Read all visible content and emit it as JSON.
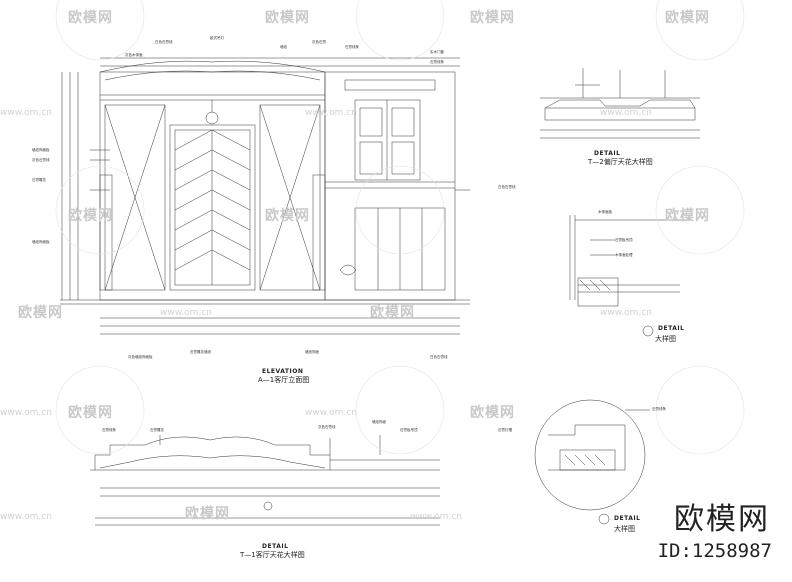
{
  "watermark": {
    "brand_cn": "欧模网",
    "url": "www.om.cn",
    "corner_brand": "欧模网",
    "corner_id": "ID:1258987"
  },
  "views": {
    "elevation": {
      "title_en": "ELEVATION",
      "title_cn": "A—1客厅立面图"
    },
    "detail_top_right": {
      "title_en": "DETAIL",
      "title_cn": "T—2偏厅天花大样图"
    },
    "detail_mid_right": {
      "title_en": "DETAIL",
      "title_cn": "大样图"
    },
    "detail_bottom_right": {
      "title_en": "DETAIL",
      "title_cn": "大样图"
    },
    "detail_bottom_left": {
      "title_en": "DETAIL",
      "title_cn": "T—1客厅天花大样图"
    }
  },
  "annotations": {
    "elev_left": [
      "墙纸饰面板",
      "灰色石膏线",
      "石膏雕花",
      "墙纸饰面板"
    ],
    "elev_top": [
      "灰色木饰面",
      "白色石膏线",
      "欧式吊灯",
      "墙纸",
      "灰色石膏",
      "石膏线条"
    ],
    "elev_bottom": [
      "灰色墙纸饰面板",
      "石膏雕花墙纸",
      "墙纸饰面",
      "白色石膏线"
    ],
    "elev_right": [
      "实木门套",
      "白色石膏线",
      "石膏线条"
    ],
    "detail_bottom_left": [
      "石膏线条",
      "石膏雕花",
      "灰色石膏线",
      "墙纸饰面",
      "石膏板吊顶"
    ],
    "detail_mid_right": [
      "木饰面板",
      "石膏板吊顶",
      "木饰面处理"
    ],
    "detail_bottom_right": [
      "石膏线条",
      "石膏灯槽"
    ]
  }
}
